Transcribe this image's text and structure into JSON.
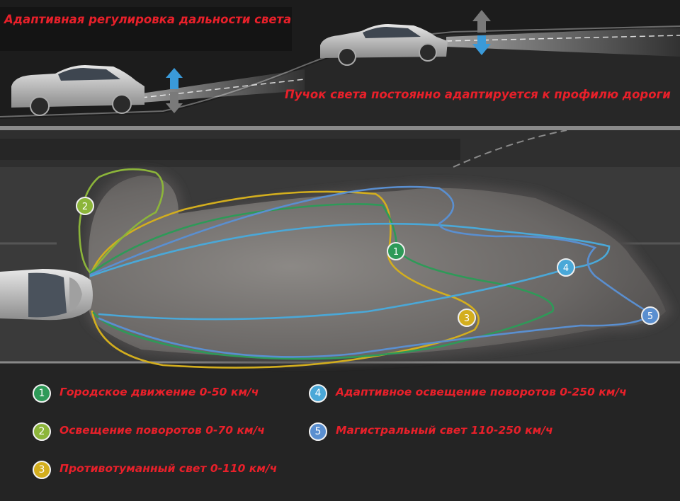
{
  "title": "Адаптивная регулировка дальности света",
  "subtitle": "Пучок света постоянно адаптируется к профилю дороги",
  "legend": [
    {
      "num": "1",
      "label": "Городское движение 0-50 км/ч",
      "color": "#2e9a58"
    },
    {
      "num": "2",
      "label": "Освещение поворотов 0-70 км/ч",
      "color": "#8cb53a"
    },
    {
      "num": "3",
      "label": "Противотуманный свет 0-110 км/ч",
      "color": "#d3ae1e"
    },
    {
      "num": "4",
      "label": "Адаптивное освещение поворотов 0-250 км/ч",
      "color": "#4aa8d8"
    },
    {
      "num": "5",
      "label": "Магистральный свет 110-250 км/ч",
      "color": "#5a8fd0"
    }
  ],
  "colors": {
    "accent_text": "#e8202a",
    "background": "#2b2b2b",
    "arrow_up": "#3a9ad9",
    "arrow_down": "#7a7a7a"
  }
}
